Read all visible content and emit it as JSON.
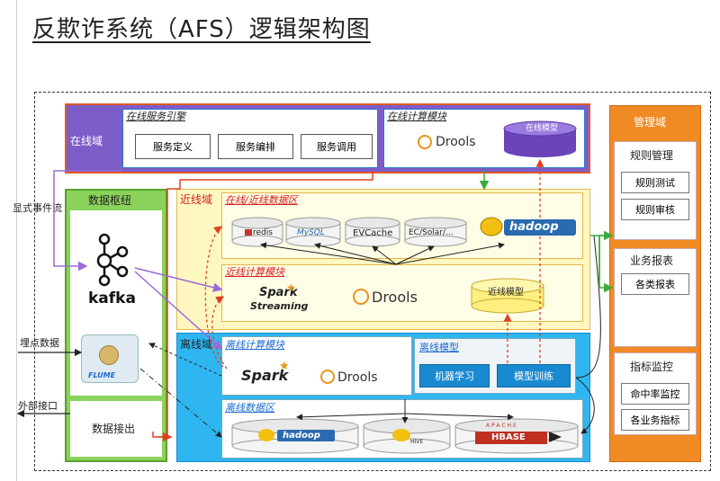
{
  "title": "反欺诈系统（AFS）逻辑架构图",
  "online": {
    "label": "在线域",
    "engine_title": "在线服务引擎",
    "engine_buttons": [
      "服务定义",
      "服务编排",
      "服务调用"
    ],
    "compute_title": "在线计算模块",
    "drools": "Drools",
    "model_label": "在线模型"
  },
  "near": {
    "label": "近线域",
    "data_title": "在线/近线数据区",
    "stores": [
      "redis",
      "MySQL",
      "EVCache",
      "EC/Solar/..."
    ],
    "hadoop": "hadoop",
    "compute_title": "近线计算模块",
    "spark_line1": "Spark",
    "spark_line2": "Streaming",
    "drools": "Drools",
    "model_label": "近线模型"
  },
  "offline": {
    "label": "离线域",
    "compute_title": "离线计算模块",
    "spark": "Spark",
    "drools": "Drools",
    "model_title": "离线模型",
    "model_buttons": [
      "机器学习",
      "模型训练"
    ],
    "data_title": "离线数据区",
    "stores": [
      "hadoop",
      "HIVE",
      "HBASE"
    ],
    "apache": "APACHE"
  },
  "hub": {
    "title": "数据枢纽",
    "kafka": "kafka",
    "flume": "FLUME",
    "export": "数据接出"
  },
  "left_labels": {
    "explicit": "显式事件流",
    "tracking": "埋点数据",
    "external": "外部接口"
  },
  "mgmt": {
    "title": "管理域",
    "rules": {
      "title": "规则管理",
      "items": [
        "规则测试",
        "规则审核"
      ]
    },
    "reports": {
      "title": "业务报表",
      "items": [
        "各类报表"
      ]
    },
    "metrics": {
      "title": "指标监控",
      "items": [
        "命中率监控",
        "各业务指标"
      ]
    }
  },
  "colors": {
    "online": "#7d5dc7",
    "near": "#fff7c0",
    "offline": "#2fb6f0",
    "hub": "#8bd25a",
    "mgmt": "#f08a24",
    "red_title": "#d42020",
    "arrow_red": "#e04020",
    "arrow_purple": "#9a6ad8",
    "arrow_green": "#3aaa3a"
  }
}
